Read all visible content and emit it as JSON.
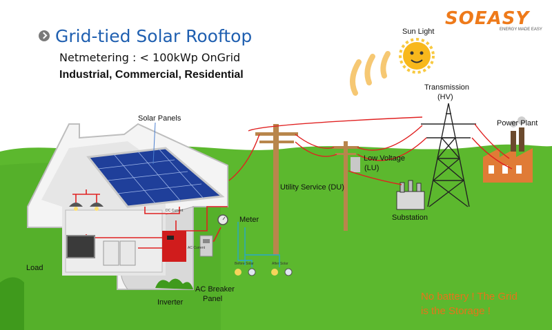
{
  "title": "Grid-tied Solar Rooftop",
  "subtitle": "Netmetering : < 100kWp OnGrid",
  "segments": "Industrial, Commercial, Residential",
  "brand": {
    "name": "SOEASY",
    "tagline": "ENERGY MADE EASY",
    "color": "#ee7a1a"
  },
  "labels": {
    "sun": "Sun Light",
    "transmission_line1": "Transmission",
    "transmission_line2": "(HV)",
    "power_plant": "Power Plant",
    "solar_panels": "Solar Panels",
    "low_voltage_line1": "Low Voltage",
    "low_voltage_line2": "(LU)",
    "utility_service": "Utility Service (DU)",
    "meter": "Meter",
    "substation": "Substation",
    "load": "Load",
    "inverter": "Inverter",
    "ac_breaker_line1": "AC Breaker",
    "ac_breaker_line2": "Panel",
    "before_solar": "Before Solar",
    "after_solar": "After Solar",
    "dc_current": "DC Current",
    "ac_current": "AC Current"
  },
  "note": {
    "line1": "No battery ! The Grid",
    "line2": "is the Storage !"
  },
  "icons": [
    "chevron-right-icon",
    "sun-icon",
    "solar-panel-icon",
    "utility-pole-icon",
    "transmission-tower-icon",
    "power-plant-icon",
    "substation-icon",
    "meter-icon",
    "inverter-icon",
    "breaker-panel-icon",
    "tv-icon",
    "washer-icon",
    "lamp-icon"
  ],
  "colors": {
    "title": "#1f5fb0",
    "wire": "#e02020",
    "note": "#e8731a",
    "ground": "#5cb82e"
  }
}
